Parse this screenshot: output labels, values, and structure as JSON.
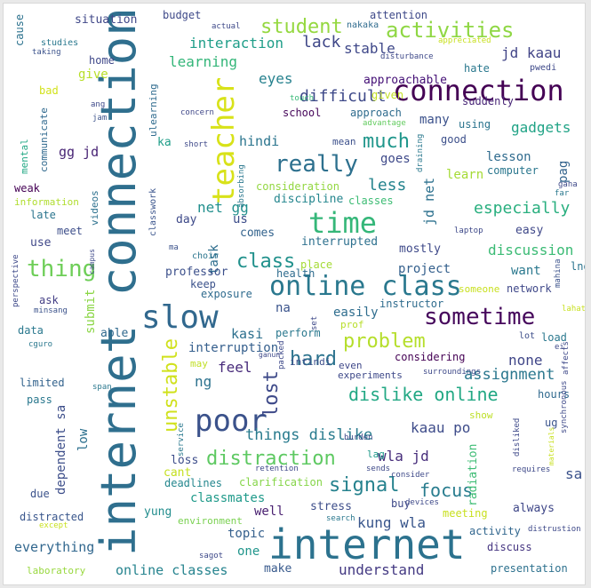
{
  "words": [
    {
      "text": "internet connection",
      "color": "#2f6f8e"
    },
    {
      "text": "internet",
      "color": "#2c728e"
    },
    {
      "text": "connection",
      "color": "#440154"
    },
    {
      "text": "online class",
      "color": "#2a788e"
    },
    {
      "text": "teacher",
      "color": "#d8e219"
    },
    {
      "text": "slow",
      "color": "#31688e"
    },
    {
      "text": "poor",
      "color": "#3b528b"
    },
    {
      "text": "sometime",
      "color": "#46085c"
    },
    {
      "text": "time",
      "color": "#35b779"
    },
    {
      "text": "really",
      "color": "#2d708e"
    },
    {
      "text": "thing",
      "color": "#6ece58"
    },
    {
      "text": "activities",
      "color": "#8fd744"
    },
    {
      "text": "student",
      "color": "#95d840"
    },
    {
      "text": "problem",
      "color": "#b5de2b"
    },
    {
      "text": "unstable",
      "color": "#d0e11c"
    },
    {
      "text": "distraction",
      "color": "#5ec962"
    },
    {
      "text": "dislike online",
      "color": "#22a884"
    },
    {
      "text": "class",
      "color": "#21918c"
    },
    {
      "text": "lost",
      "color": "#3e4a89"
    },
    {
      "text": "hard",
      "color": "#2c738e"
    },
    {
      "text": "signal",
      "color": "#26828e"
    },
    {
      "text": "much",
      "color": "#1f968b"
    },
    {
      "text": "especially",
      "color": "#29af7f"
    },
    {
      "text": "focus",
      "color": "#287c8e"
    },
    {
      "text": "things dislike",
      "color": "#297b8e"
    },
    {
      "text": "less",
      "color": "#25848e"
    },
    {
      "text": "difficult",
      "color": "#3e4989"
    },
    {
      "text": "lack",
      "color": "#3f4788"
    },
    {
      "text": "interaction",
      "color": "#1f9e89"
    },
    {
      "text": "learning",
      "color": "#34b679"
    },
    {
      "text": "net gg",
      "color": "#218f8d"
    },
    {
      "text": "online classes",
      "color": "#25838e"
    },
    {
      "text": "understand",
      "color": "#443a83"
    },
    {
      "text": "everything",
      "color": "#31678e"
    },
    {
      "text": "assignment",
      "color": "#2a778e"
    },
    {
      "text": "none",
      "color": "#404688"
    },
    {
      "text": "discussion",
      "color": "#3bbb75"
    },
    {
      "text": "gadgets",
      "color": "#20a386"
    },
    {
      "text": "kung wla",
      "color": "#39568c"
    },
    {
      "text": "wla jd",
      "color": "#472d7b"
    },
    {
      "text": "kaau po",
      "color": "#3e4c8a"
    },
    {
      "text": "dependent sa",
      "color": "#3d4e8a"
    },
    {
      "text": "jd net",
      "color": "#2d718e"
    },
    {
      "text": "sa",
      "color": "#3b528b"
    },
    {
      "text": "jd kaau",
      "color": "#414487"
    },
    {
      "text": "stable",
      "color": "#3f4889"
    },
    {
      "text": "eyes",
      "color": "#26818e"
    },
    {
      "text": "hindi",
      "color": "#2b758e"
    },
    {
      "text": "gg jd",
      "color": "#482475"
    },
    {
      "text": "task",
      "color": "#2e6e8e"
    },
    {
      "text": "feel",
      "color": "#472a7a"
    },
    {
      "text": "ng",
      "color": "#2c728e"
    },
    {
      "text": "kasi",
      "color": "#2d708e"
    },
    {
      "text": "interruption",
      "color": "#355f8d"
    },
    {
      "text": "na",
      "color": "#3a538b"
    },
    {
      "text": "easily",
      "color": "#2e6d8e"
    },
    {
      "text": "project",
      "color": "#34608d"
    },
    {
      "text": "want",
      "color": "#2a788e"
    },
    {
      "text": "lesson",
      "color": "#2f6b8e"
    },
    {
      "text": "goes",
      "color": "#3e4989"
    },
    {
      "text": "learn",
      "color": "#a5db36"
    },
    {
      "text": "pag",
      "color": "#33638d"
    },
    {
      "text": "many",
      "color": "#3b518b"
    },
    {
      "text": "approachable",
      "color": "#440f76"
    },
    {
      "text": "classmates",
      "color": "#1f9a8a"
    },
    {
      "text": "submit",
      "color": "#8bd646"
    },
    {
      "text": "able",
      "color": "#30698e"
    },
    {
      "text": "use",
      "color": "#3f4788"
    },
    {
      "text": "low",
      "color": "#2d708e"
    },
    {
      "text": "professor",
      "color": "#3c508b"
    },
    {
      "text": "day",
      "color": "#3e4a89"
    },
    {
      "text": "us",
      "color": "#3d4d8a"
    },
    {
      "text": "comes",
      "color": "#33638d"
    },
    {
      "text": "interrupted",
      "color": "#2d708e"
    },
    {
      "text": "discipline",
      "color": "#24868e"
    },
    {
      "text": "consideration",
      "color": "#93d741"
    },
    {
      "text": "classes",
      "color": "#3dbc74"
    },
    {
      "text": "mostly",
      "color": "#3e4989"
    },
    {
      "text": "school",
      "color": "#450559"
    },
    {
      "text": "approach",
      "color": "#2f6c8e"
    },
    {
      "text": "given",
      "color": "#c2df23"
    },
    {
      "text": "suddenly",
      "color": "#482677"
    },
    {
      "text": "good",
      "color": "#3c4f8a"
    },
    {
      "text": "using",
      "color": "#2b748e"
    },
    {
      "text": "computer",
      "color": "#2a778e"
    },
    {
      "text": "easy",
      "color": "#3f4889"
    },
    {
      "text": "home",
      "color": "#3f4889"
    },
    {
      "text": "give",
      "color": "#b8de29"
    },
    {
      "text": "situation",
      "color": "#3f4788"
    },
    {
      "text": "budget",
      "color": "#3e4989"
    },
    {
      "text": "attention",
      "color": "#3e4989"
    },
    {
      "text": "hate",
      "color": "#2a788e"
    },
    {
      "text": "cause",
      "color": "#2c728e"
    },
    {
      "text": "bad",
      "color": "#d2e21b"
    },
    {
      "text": "ka",
      "color": "#1f9e89"
    },
    {
      "text": "well",
      "color": "#481f70"
    },
    {
      "text": "topic",
      "color": "#35608d"
    },
    {
      "text": "one",
      "color": "#1f958b"
    },
    {
      "text": "make",
      "color": "#37598c"
    },
    {
      "text": "always",
      "color": "#3f4788"
    },
    {
      "text": "presentation",
      "color": "#2d718e"
    },
    {
      "text": "discuss",
      "color": "#453581"
    },
    {
      "text": "activity",
      "color": "#31668e"
    },
    {
      "text": "meeting",
      "color": "#c8e020"
    },
    {
      "text": "stress",
      "color": "#3d4e8a"
    },
    {
      "text": "yung",
      "color": "#228d8d"
    },
    {
      "text": "cant",
      "color": "#c5e021"
    },
    {
      "text": "loss",
      "color": "#3d4d8a"
    },
    {
      "text": "deadlines",
      "color": "#24878e"
    },
    {
      "text": "clarification",
      "color": "#86d549"
    },
    {
      "text": "environment",
      "color": "#7ad151"
    },
    {
      "text": "distracted",
      "color": "#39568c"
    },
    {
      "text": "due",
      "color": "#3b528b"
    },
    {
      "text": "laboratory",
      "color": "#98d83e"
    },
    {
      "text": "limited",
      "color": "#33638d"
    },
    {
      "text": "pass",
      "color": "#2a788e"
    },
    {
      "text": "ask",
      "color": "#433e85"
    },
    {
      "text": "meet",
      "color": "#3d4e8a"
    },
    {
      "text": "late",
      "color": "#2b758e"
    },
    {
      "text": "information",
      "color": "#b0dd2f"
    },
    {
      "text": "weak",
      "color": "#440154"
    },
    {
      "text": "data",
      "color": "#2a788e"
    },
    {
      "text": "mean",
      "color": "#3c508b"
    },
    {
      "text": "health",
      "color": "#2f6c8e"
    },
    {
      "text": "place",
      "color": "#a5db36"
    },
    {
      "text": "keep",
      "color": "#3b528b"
    },
    {
      "text": "exposure",
      "color": "#2f6b8e"
    },
    {
      "text": "perform",
      "color": "#2a788e"
    },
    {
      "text": "instructor",
      "color": "#2f6c8e"
    },
    {
      "text": "someone",
      "color": "#c8e020"
    },
    {
      "text": "network",
      "color": "#3f4889"
    },
    {
      "text": "lng",
      "color": "#2b748e"
    },
    {
      "text": "load",
      "color": "#2a788e"
    },
    {
      "text": "considering",
      "color": "#440154"
    },
    {
      "text": "experiments",
      "color": "#3e4989"
    },
    {
      "text": "even",
      "color": "#3f4889"
    },
    {
      "text": "intindi",
      "color": "#3d4e8a"
    },
    {
      "text": "hours",
      "color": "#30698e"
    },
    {
      "text": "buy",
      "color": "#3e4989"
    },
    {
      "text": "lag",
      "color": "#1f9a8a"
    },
    {
      "text": "show",
      "color": "#bddf26"
    },
    {
      "text": "radiation",
      "color": "#3dbc74"
    },
    {
      "text": "ug",
      "color": "#3a548c"
    },
    {
      "text": "prof",
      "color": "#b8de29"
    },
    {
      "text": "may",
      "color": "#c0df25"
    },
    {
      "text": "lot",
      "color": "#3d4e8a"
    },
    {
      "text": "mahina",
      "color": "#3b528b"
    },
    {
      "text": "choir",
      "color": "#2b758e"
    },
    {
      "text": "ma",
      "color": "#3b528b"
    },
    {
      "text": "classwork",
      "color": "#3a548c"
    },
    {
      "text": "videos",
      "color": "#2d718e"
    },
    {
      "text": "communicate",
      "color": "#30698e"
    },
    {
      "text": "mental",
      "color": "#22a884"
    },
    {
      "text": "ulearning",
      "color": "#2f6b8e"
    },
    {
      "text": "short",
      "color": "#3e4989"
    },
    {
      "text": "concern",
      "color": "#3f4788"
    },
    {
      "text": "advantage",
      "color": "#63cb5f"
    },
    {
      "text": "draining",
      "color": "#2a788e"
    },
    {
      "text": "touch",
      "color": "#38b977"
    },
    {
      "text": "disturbance",
      "color": "#3e4989"
    },
    {
      "text": "nakaka",
      "color": "#2f6b8e"
    },
    {
      "text": "actual",
      "color": "#3e4989"
    },
    {
      "text": "appreciated",
      "color": "#c8e020"
    },
    {
      "text": "pwedi",
      "color": "#3e4989"
    },
    {
      "text": "studies",
      "color": "#2a788e"
    },
    {
      "text": "taking",
      "color": "#3b528b"
    },
    {
      "text": "ang",
      "color": "#3e4989"
    },
    {
      "text": "jam",
      "color": "#3b528b"
    },
    {
      "text": "gana",
      "color": "#3e4989"
    },
    {
      "text": "far",
      "color": "#2a788e"
    },
    {
      "text": "laptop",
      "color": "#3e4989"
    },
    {
      "text": "campus",
      "color": "#3e4989"
    },
    {
      "text": "perspective",
      "color": "#3e4989"
    },
    {
      "text": "minsang",
      "color": "#3b528b"
    },
    {
      "text": "cguro",
      "color": "#2a788e"
    },
    {
      "text": "span",
      "color": "#2a788e"
    },
    {
      "text": "ei",
      "color": "#3e4989"
    },
    {
      "text": "affects",
      "color": "#3e4989"
    },
    {
      "text": "lahat",
      "color": "#c8e020"
    },
    {
      "text": "surroundings",
      "color": "#3e4989"
    },
    {
      "text": "synchronous",
      "color": "#3e4989"
    },
    {
      "text": "materials",
      "color": "#c8e020"
    },
    {
      "text": "disliked",
      "color": "#3e4989"
    },
    {
      "text": "requires",
      "color": "#3e4989"
    },
    {
      "text": "distrustion",
      "color": "#3e4989"
    },
    {
      "text": "sagot",
      "color": "#3e4989"
    },
    {
      "text": "burden",
      "color": "#3e4989"
    },
    {
      "text": "sends",
      "color": "#3e4989"
    },
    {
      "text": "consider",
      "color": "#3e4989"
    },
    {
      "text": "devices",
      "color": "#3e4989"
    },
    {
      "text": "search",
      "color": "#2a788e"
    },
    {
      "text": "except",
      "color": "#c8e020"
    },
    {
      "text": "retention",
      "color": "#3e4989"
    },
    {
      "text": "service",
      "color": "#2a788e"
    },
    {
      "text": "absorbing",
      "color": "#2a788e"
    },
    {
      "text": "packed",
      "color": "#3e4989"
    },
    {
      "text": "ganun",
      "color": "#3e4989"
    },
    {
      "text": "set",
      "color": "#3e4989"
    }
  ]
}
